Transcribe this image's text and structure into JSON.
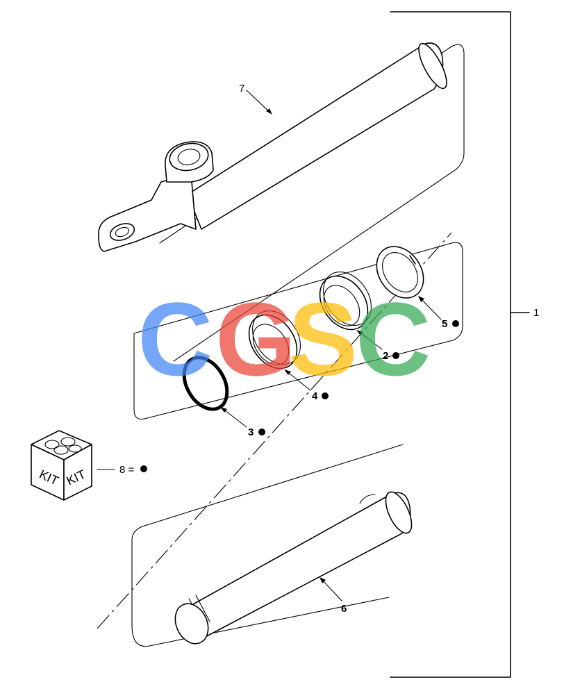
{
  "diagram": {
    "callouts": {
      "c1": "1",
      "c2": "2",
      "c3": "3",
      "c4": "4",
      "c5": "5",
      "c6": "6",
      "c7": "7",
      "c8": "8 ="
    },
    "kit_labels": [
      "KIT",
      "KIT"
    ],
    "watermark": {
      "letters": [
        "C",
        "G",
        "S",
        "C"
      ],
      "colors": [
        "#4285F4",
        "#EA4335",
        "#FBBC05",
        "#34A853"
      ]
    },
    "line_color": "#000000",
    "background": "#ffffff"
  }
}
